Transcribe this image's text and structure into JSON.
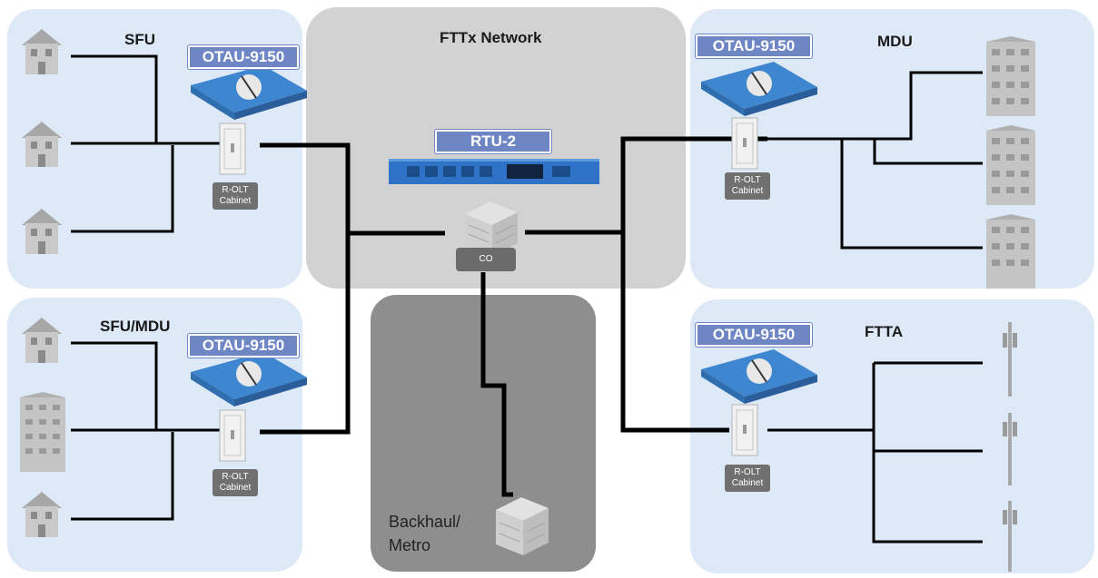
{
  "diagram": {
    "regions": {
      "sfu": {
        "title": "SFU",
        "otau": "OTAU-9150",
        "cabinet": "R-OLT\nCabinet"
      },
      "sfu_mdu": {
        "title": "SFU/MDU",
        "otau": "OTAU-9150",
        "cabinet": "R-OLT\nCabinet"
      },
      "fttx": {
        "title": "FTTx Network",
        "rtu": "RTU-2",
        "co": "CO"
      },
      "backhaul": {
        "title": "Backhaul/\nMetro"
      },
      "mdu": {
        "title": "MDU",
        "otau": "OTAU-9150",
        "cabinet": "R-OLT\nCabinet"
      },
      "ftta": {
        "title": "FTTA",
        "otau": "OTAU-9150",
        "cabinet": "R-OLT\nCabinet"
      }
    },
    "colors": {
      "region_blue": "#dde9f7",
      "fttx_gray": "#d2d2d2",
      "backhaul_gray": "#8e8e8e",
      "otau_badge": "#6f86c4",
      "device_blue": "#3f86d0",
      "line": "#000000"
    },
    "icons": [
      "house-icon",
      "building-icon",
      "cell-tower-icon",
      "cabinet-icon",
      "otau-switch-icon",
      "rtu-rack-icon",
      "server-icon"
    ]
  }
}
